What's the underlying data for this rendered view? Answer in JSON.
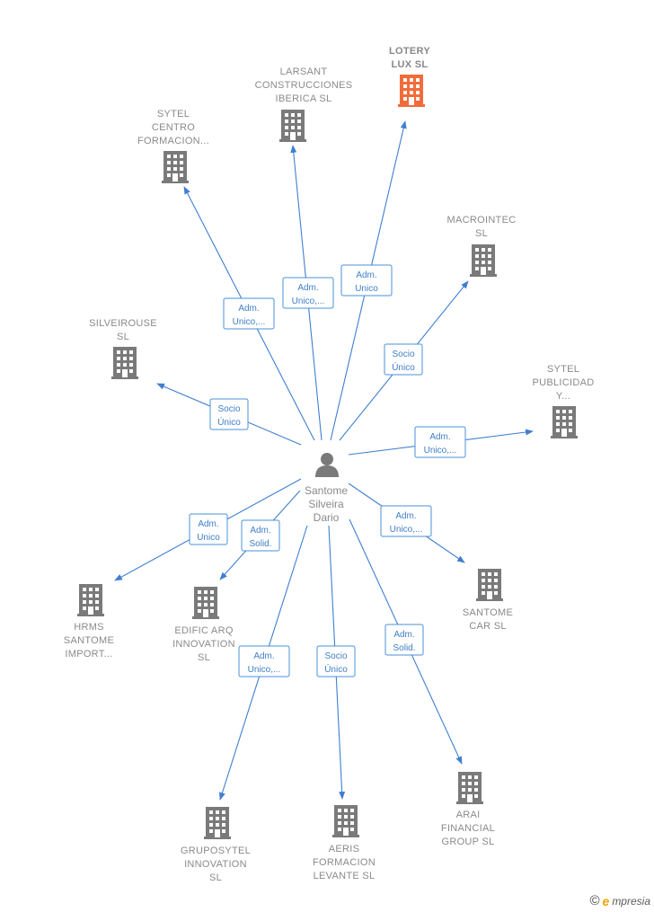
{
  "person": {
    "name_lines": [
      "Santome",
      "Silveira",
      "Dario"
    ],
    "icon": "person-icon"
  },
  "colors": {
    "edge": "#3f7fd1",
    "building": "#7a7a7a",
    "highlight": "#f26b3a"
  },
  "companies": [
    {
      "id": "lotery-lux",
      "lines": [
        "LOTERY",
        "LUX  SL"
      ],
      "highlight": true,
      "icon": "building-icon"
    },
    {
      "id": "larsant",
      "lines": [
        "LARSANT",
        "CONSTRUCCIONES",
        "IBERICA  SL"
      ],
      "icon": "building-icon"
    },
    {
      "id": "sytel-centro",
      "lines": [
        "SYTEL",
        "CENTRO",
        "FORMACION..."
      ],
      "icon": "building-icon"
    },
    {
      "id": "macrointec",
      "lines": [
        "MACROINTEC",
        "SL"
      ],
      "icon": "building-icon"
    },
    {
      "id": "silveirouse",
      "lines": [
        "SILVEIROUSE",
        "SL"
      ],
      "icon": "building-icon"
    },
    {
      "id": "sytel-publicidad",
      "lines": [
        "SYTEL",
        "PUBLICIDAD",
        "Y..."
      ],
      "icon": "building-icon"
    },
    {
      "id": "hrms-santome",
      "lines": [
        "HRMS",
        "SANTOME",
        "IMPORT..."
      ],
      "icon": "building-icon"
    },
    {
      "id": "edific-arq",
      "lines": [
        "EDIFIC ARQ",
        "INNOVATION",
        "SL"
      ],
      "icon": "building-icon"
    },
    {
      "id": "santome-car",
      "lines": [
        "SANTOME",
        "CAR  SL"
      ],
      "icon": "building-icon"
    },
    {
      "id": "gruposytel",
      "lines": [
        "GRUPOSYTEL",
        "INNOVATION",
        "SL"
      ],
      "icon": "building-icon"
    },
    {
      "id": "aeris",
      "lines": [
        "AERIS",
        "FORMACION",
        "LEVANTE  SL"
      ],
      "icon": "building-icon"
    },
    {
      "id": "arai",
      "lines": [
        "ARAI",
        "FINANCIAL",
        "GROUP  SL"
      ],
      "icon": "building-icon"
    }
  ],
  "edges": [
    {
      "to": "lotery-lux",
      "label": [
        "Adm.",
        "Unico"
      ]
    },
    {
      "to": "larsant",
      "label": [
        "Adm.",
        "Unico,..."
      ]
    },
    {
      "to": "sytel-centro",
      "label": [
        "Adm.",
        "Unico,..."
      ]
    },
    {
      "to": "macrointec",
      "label": [
        "Socio",
        "Único"
      ]
    },
    {
      "to": "silveirouse",
      "label": [
        "Socio",
        "Único"
      ]
    },
    {
      "to": "sytel-publicidad",
      "label": [
        "Adm.",
        "Unico,..."
      ]
    },
    {
      "to": "hrms-santome",
      "label": [
        "Adm.",
        "Unico"
      ]
    },
    {
      "to": "edific-arq",
      "label": [
        "Adm.",
        "Solid."
      ]
    },
    {
      "to": "santome-car",
      "label": [
        "Adm.",
        "Unico,..."
      ]
    },
    {
      "to": "gruposytel",
      "label": [
        "Adm.",
        "Unico,..."
      ]
    },
    {
      "to": "aeris",
      "label": [
        "Socio",
        "Único"
      ]
    },
    {
      "to": "arai",
      "label": [
        "Adm.",
        "Solid."
      ]
    }
  ],
  "footer": {
    "copyright": "©",
    "brand_initial": "e",
    "brand_rest": "mpresia"
  }
}
